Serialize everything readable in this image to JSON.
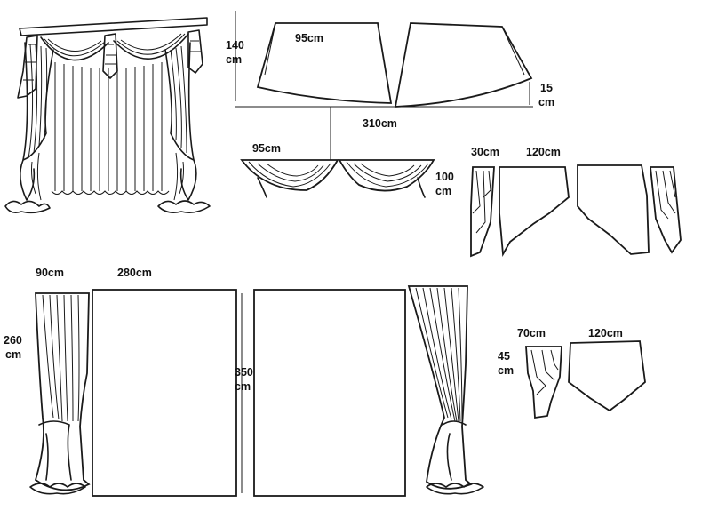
{
  "labels": {
    "valance_height": "140",
    "valance_height_unit": "cm",
    "valance_width": "95cm",
    "valance_drop": "15",
    "valance_drop_unit": "cm",
    "rod_width": "310cm",
    "swag_width": "95cm",
    "swag_drop": "100",
    "swag_drop_unit": "cm",
    "jabot_width": "30cm",
    "side_panel_width": "120cm",
    "curtain_width": "90cm",
    "panel_width": "280cm",
    "curtain_height": "260",
    "curtain_height_unit": "cm",
    "center_height": "350",
    "center_height_unit": "cm",
    "small_jabot_width": "70cm",
    "small_jabot_height": "45",
    "small_jabot_height_unit": "cm",
    "small_panel_width": "120cm"
  },
  "colors": {
    "line": "#1a1a1a",
    "background": "#ffffff"
  }
}
